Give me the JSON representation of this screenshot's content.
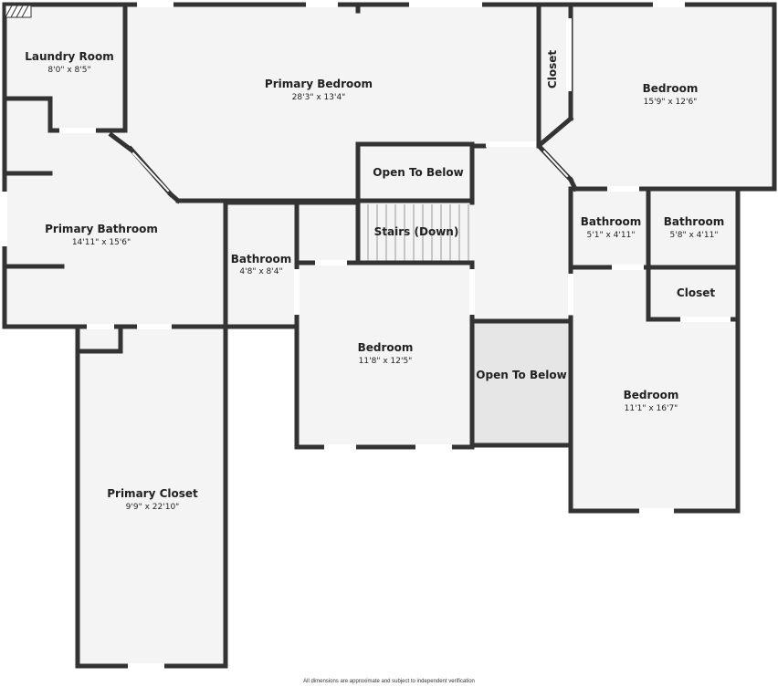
{
  "rooms": {
    "laundry": {
      "name": "Laundry Room",
      "dims": "8'0\" x 8'5\""
    },
    "primary_bedroom": {
      "name": "Primary Bedroom",
      "dims": "28'3\" x 13'4\""
    },
    "closet_top": {
      "name": "Closet"
    },
    "bedroom_ne": {
      "name": "Bedroom",
      "dims": "15'9\" x 12'6\""
    },
    "open_below_top": {
      "name": "Open To Below"
    },
    "stairs": {
      "name": "Stairs (Down)"
    },
    "primary_bath": {
      "name": "Primary Bathroom",
      "dims": "14'11\" x 15'6\""
    },
    "bath_mid": {
      "name": "Bathroom",
      "dims": "4'8\" x 8'4\""
    },
    "bath_e1": {
      "name": "Bathroom",
      "dims": "5'1\" x 4'11\""
    },
    "bath_e2": {
      "name": "Bathroom",
      "dims": "5'8\" x 4'11\""
    },
    "closet_e": {
      "name": "Closet"
    },
    "bedroom_c": {
      "name": "Bedroom",
      "dims": "11'8\" x 12'5\""
    },
    "open_below_c": {
      "name": "Open To Below"
    },
    "bedroom_se": {
      "name": "Bedroom",
      "dims": "11'1\" x 16'7\""
    },
    "primary_closet": {
      "name": "Primary Closet",
      "dims": "9'9\" x 22'10\""
    }
  },
  "disclaimer": "All dimensions are approximate and subject to independent verification",
  "colors": {
    "wall": "#333333",
    "floor": "#f4f4f4",
    "open_floor": "#e6e6e6",
    "window": "#ffffff"
  }
}
